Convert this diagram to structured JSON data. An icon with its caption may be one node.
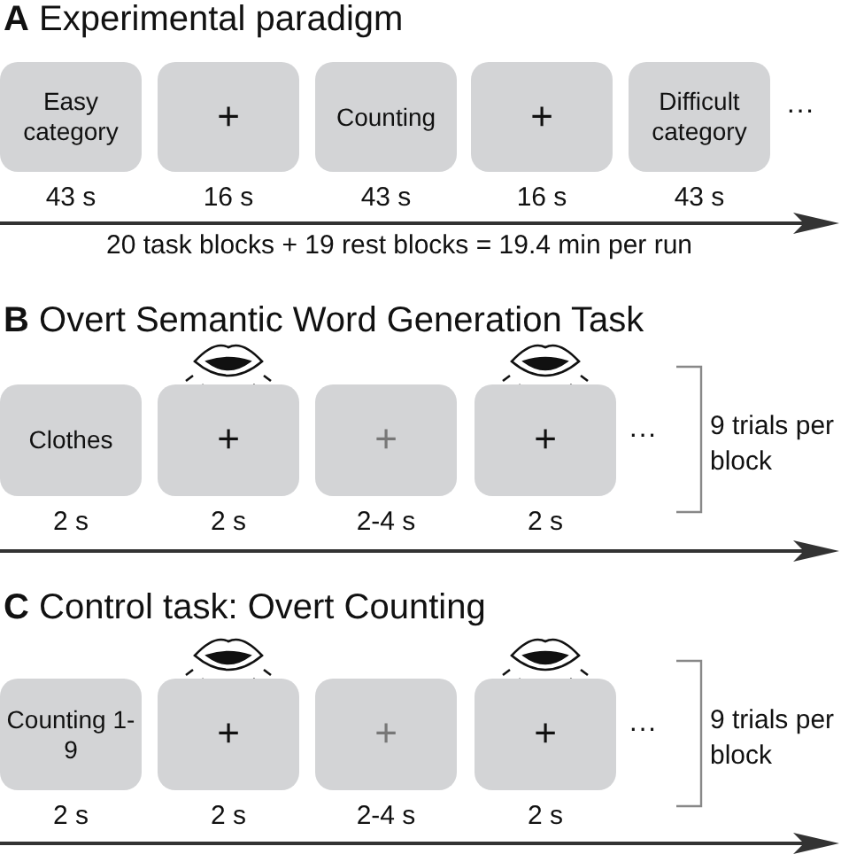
{
  "diagram": {
    "nodes": [
      {
        "text": [
          "Easy category"
        ],
        "beside": [
          "43 s"
        ]
      },
      {
        "text": [
          "+"
        ],
        "beside": [
          "16 s"
        ]
      },
      {
        "text": [
          "Counting"
        ],
        "beside": [
          "43 s"
        ]
      },
      {
        "text": [
          "+"
        ],
        "beside": [
          "16 s"
        ]
      },
      {
        "text": [
          "Difficult category"
        ],
        "beside": [
          "43 s"
        ]
      },
      {
        "text": [
          "Clothes"
        ],
        "beside": [
          "2 s"
        ]
      },
      {
        "text": [
          "+"
        ],
        "beside": [
          "2 s"
        ]
      },
      {
        "text": [
          "+"
        ],
        "beside": [
          "2-4 s"
        ]
      },
      {
        "text": [
          "+"
        ],
        "beside": [
          "2 s"
        ]
      },
      {
        "text": [
          "Counting 1-9"
        ],
        "beside": [
          "2 s"
        ]
      },
      {
        "text": [
          "+"
        ],
        "beside": [
          "2 s"
        ]
      },
      {
        "text": [
          "+"
        ],
        "beside": [
          "2-4 s"
        ]
      },
      {
        "text": [
          "+"
        ],
        "beside": [
          "2 s"
        ]
      }
    ],
    "edges": [],
    "labels": [
      "**A** Experimental paradigm",
      "···",
      "20 task blocks + 19 rest blocks = 19.4 min per run",
      "**B** Overt Semantic Word Generation Task",
      "···",
      "9 trials per block",
      "**C** Control task: Overt Counting",
      "···",
      "9 trials per block"
    ]
  }
}
